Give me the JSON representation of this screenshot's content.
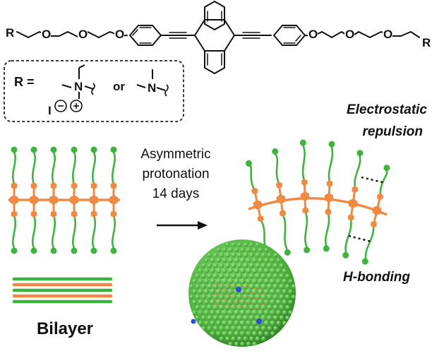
{
  "structure": {
    "r_left": "R",
    "r_right": "R",
    "o_left": [
      "O",
      "O",
      "O"
    ],
    "o_right": [
      "O",
      "O",
      "O"
    ]
  },
  "legend_box": {
    "r_equals": "R =",
    "iodide": "I",
    "or": "or",
    "nitrogen": "N"
  },
  "labels": {
    "process_line1": "Asymmetric",
    "process_line2": "protonation",
    "process_line3": "14 days",
    "electrostatic_line1": "Electrostatic",
    "electrostatic_line2": "repulsion",
    "hbonding": "H-bonding",
    "bilayer": "Bilayer"
  },
  "colors": {
    "chain": "#3db43d",
    "core": "#ef8a45",
    "sphere": "#5cc44a",
    "sphere_dot": "#2a4fd6"
  }
}
